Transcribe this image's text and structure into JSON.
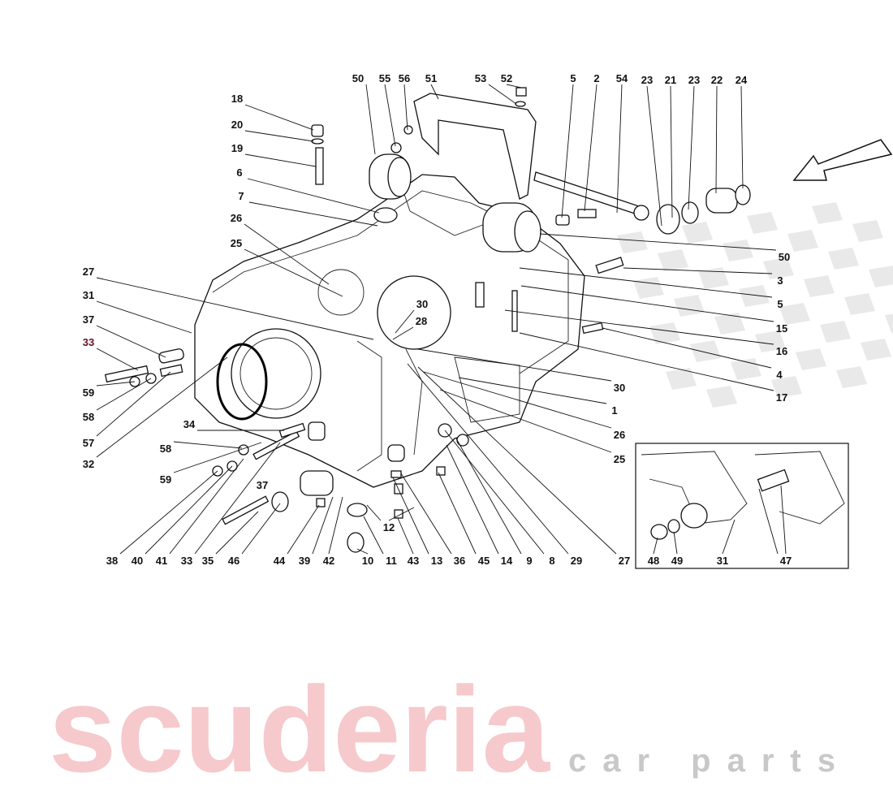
{
  "watermark": {
    "brand": "scuderia",
    "sub": "car parts",
    "brand_color": "#f6c9cc",
    "sub_color": "#d8d8d8"
  },
  "direction_arrow": {
    "icon": "arrow-down-left-icon"
  },
  "labels": [
    "50",
    "55",
    "56",
    "51",
    "53",
    "52",
    "5",
    "2",
    "54",
    "23",
    "21",
    "23",
    "22",
    "24",
    "18",
    "20",
    "19",
    "6",
    "7",
    "26",
    "25",
    "27",
    "31",
    "37",
    "33",
    "59",
    "58",
    "57",
    "32",
    "34",
    "58",
    "59",
    "30",
    "28",
    "50",
    "3",
    "5",
    "15",
    "16",
    "4",
    "17",
    "30",
    "1",
    "26",
    "25",
    "38",
    "40",
    "41",
    "33",
    "35",
    "46",
    "37",
    "44",
    "39",
    "42",
    "10",
    "11",
    "43",
    "13",
    "36",
    "45",
    "14",
    "9",
    "8",
    "29",
    "27",
    "12"
  ],
  "inset_labels": [
    "48",
    "49",
    "31",
    "47"
  ],
  "highlight_color": "#6a1020"
}
